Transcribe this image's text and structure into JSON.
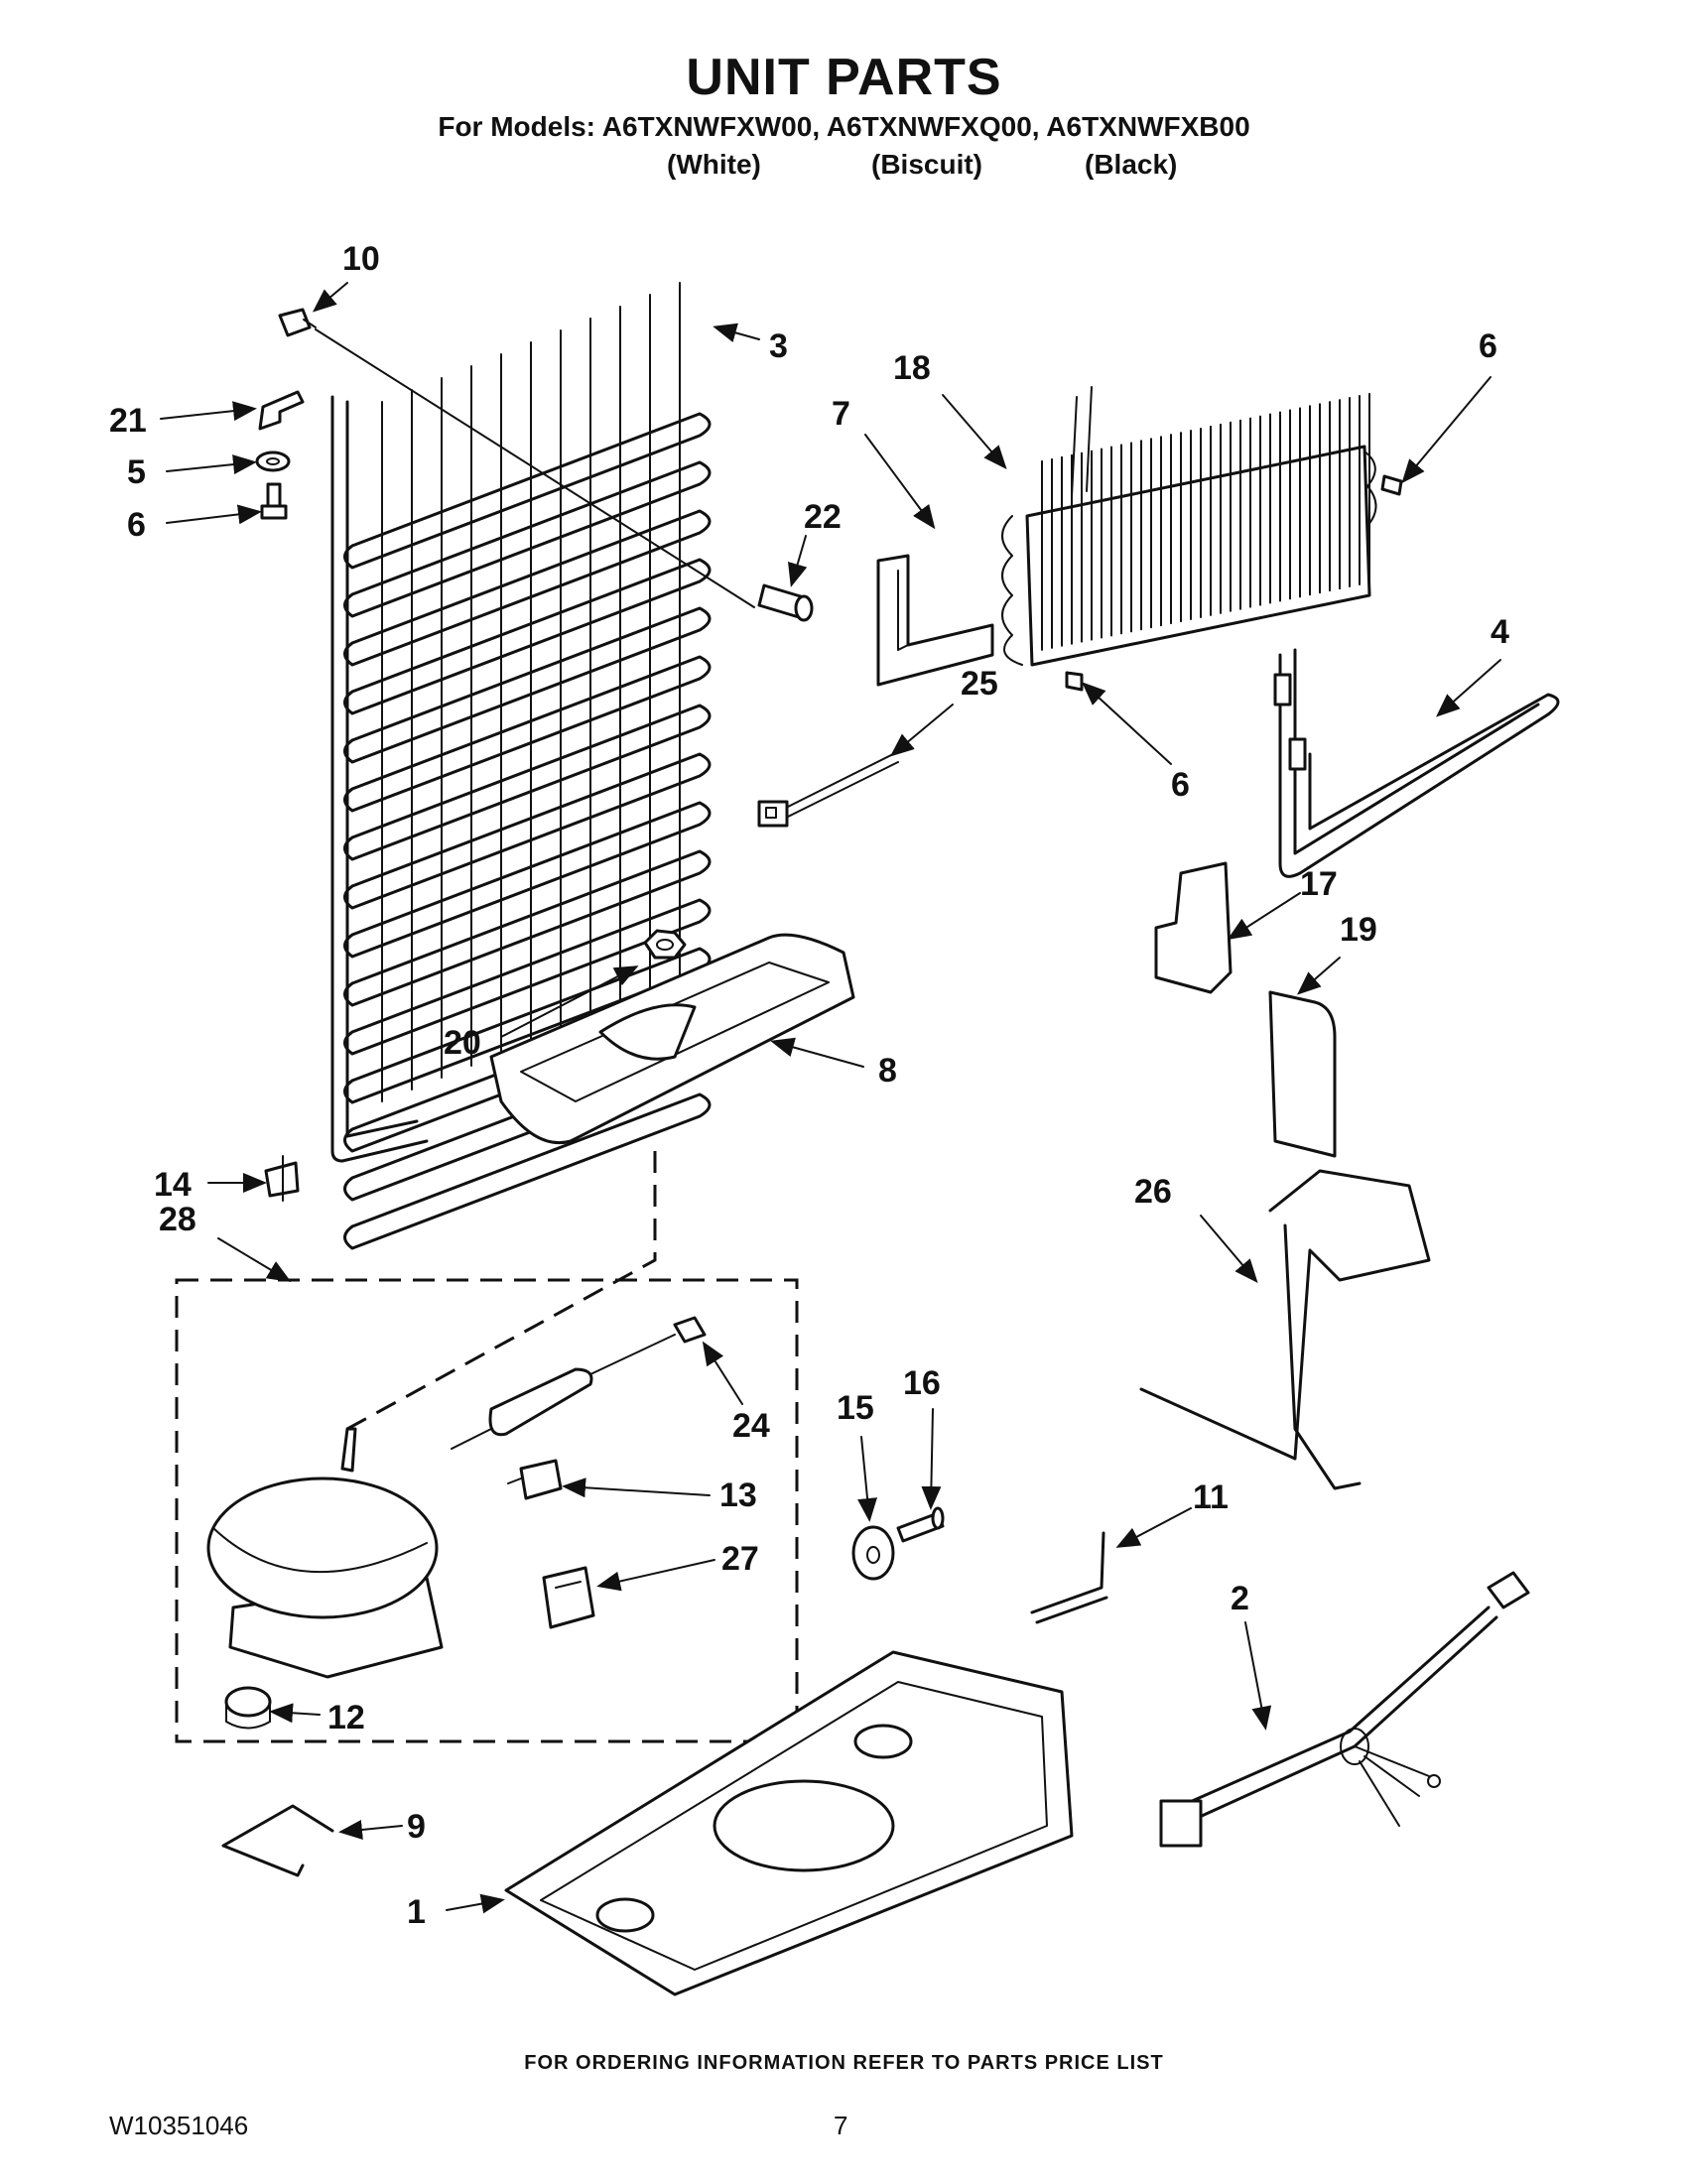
{
  "header": {
    "title": "UNIT PARTS",
    "models_line": "For Models: A6TXNWFXW00, A6TXNWFXQ00, A6TXNWFXB00",
    "finishes": [
      "(White)",
      "(Biscuit)",
      "(Black)"
    ]
  },
  "callouts": [
    "1",
    "2",
    "3",
    "4",
    "5",
    "6",
    "6",
    "6",
    "7",
    "8",
    "9",
    "10",
    "11",
    "12",
    "13",
    "14",
    "15",
    "16",
    "17",
    "18",
    "19",
    "20",
    "21",
    "22",
    "24",
    "25",
    "26",
    "27",
    "28"
  ],
  "footer": {
    "ordering_info": "FOR ORDERING INFORMATION REFER TO PARTS PRICE LIST",
    "document_number": "W10351046",
    "page_number": "7"
  }
}
